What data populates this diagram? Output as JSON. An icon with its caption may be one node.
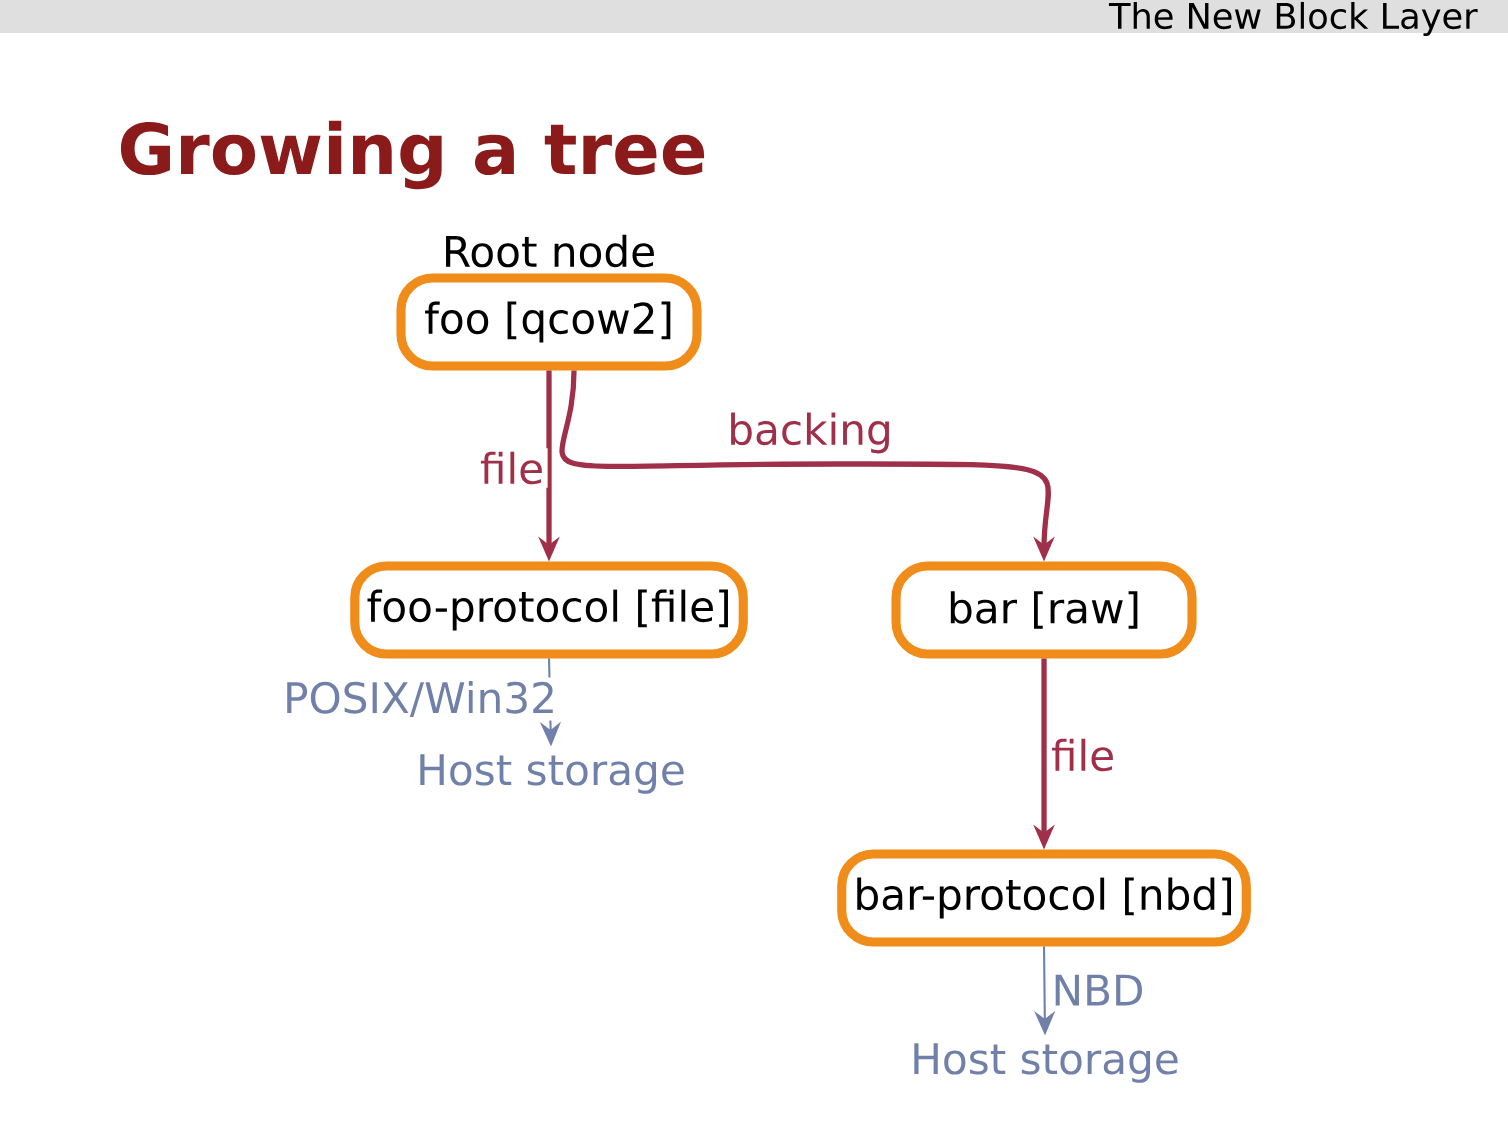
{
  "diagram": {
    "title": "Growing a tree",
    "nodes": [
      {
        "text": [
          "Root node",
          "foo [qcow2]"
        ]
      },
      {
        "text": [
          "foo-protocol [file]"
        ]
      },
      {
        "text": [
          "bar [raw]"
        ]
      },
      {
        "text": [
          "Host storage"
        ]
      },
      {
        "text": [
          "bar-protocol [nbd]"
        ]
      },
      {
        "text": [
          "Host storage"
        ]
      }
    ],
    "edges": [
      {
        "from": 0,
        "to": 1,
        "arrow": "to",
        "label": "file"
      },
      {
        "from": 0,
        "to": 2,
        "arrow": "to",
        "label": "backing"
      },
      {
        "from": 1,
        "to": 3,
        "arrow": "to",
        "label": "POSIX/Win32",
        "color": "#7080a8"
      },
      {
        "from": 2,
        "to": 4,
        "arrow": "to",
        "label": "file"
      },
      {
        "from": 4,
        "to": 5,
        "arrow": "to",
        "label": "NBD",
        "color": "#7080a8"
      }
    ],
    "labels": [
      "The New Block Layer"
    ]
  }
}
